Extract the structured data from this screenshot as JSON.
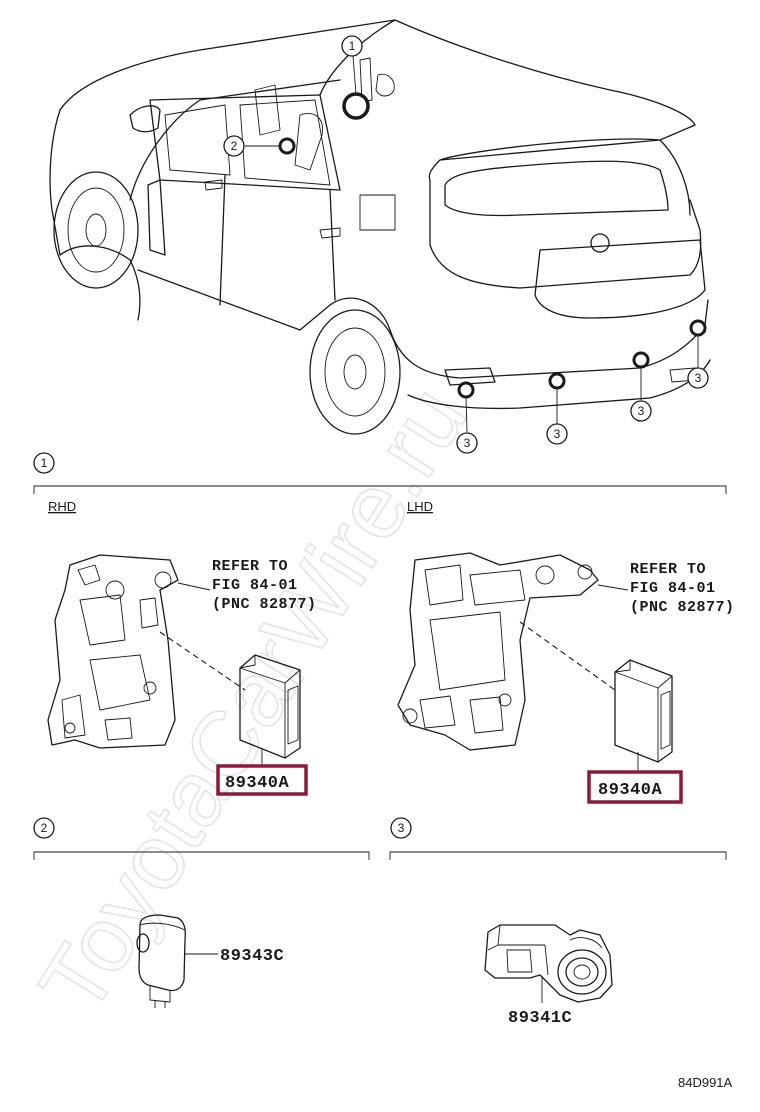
{
  "callouts": {
    "c1": "1",
    "c2": "2",
    "c3": "3"
  },
  "sections": {
    "s1": {
      "number": "1",
      "rhd_label": "RHD",
      "lhd_label": "LHD"
    },
    "s2": {
      "number": "2"
    },
    "s3": {
      "number": "3"
    }
  },
  "refer_note": {
    "line1": "REFER TO",
    "line2": "FIG 84-01",
    "line3": "(PNC 82877)"
  },
  "parts": {
    "rhd_ecu": "89340A",
    "lhd_ecu": "89340A",
    "mirror_sensor": "89343C",
    "park_sensor": "89341C"
  },
  "highlight_color": "#8b1a3a",
  "watermark": "ToyotaCarWire.ru",
  "figure_code": "84D991A"
}
